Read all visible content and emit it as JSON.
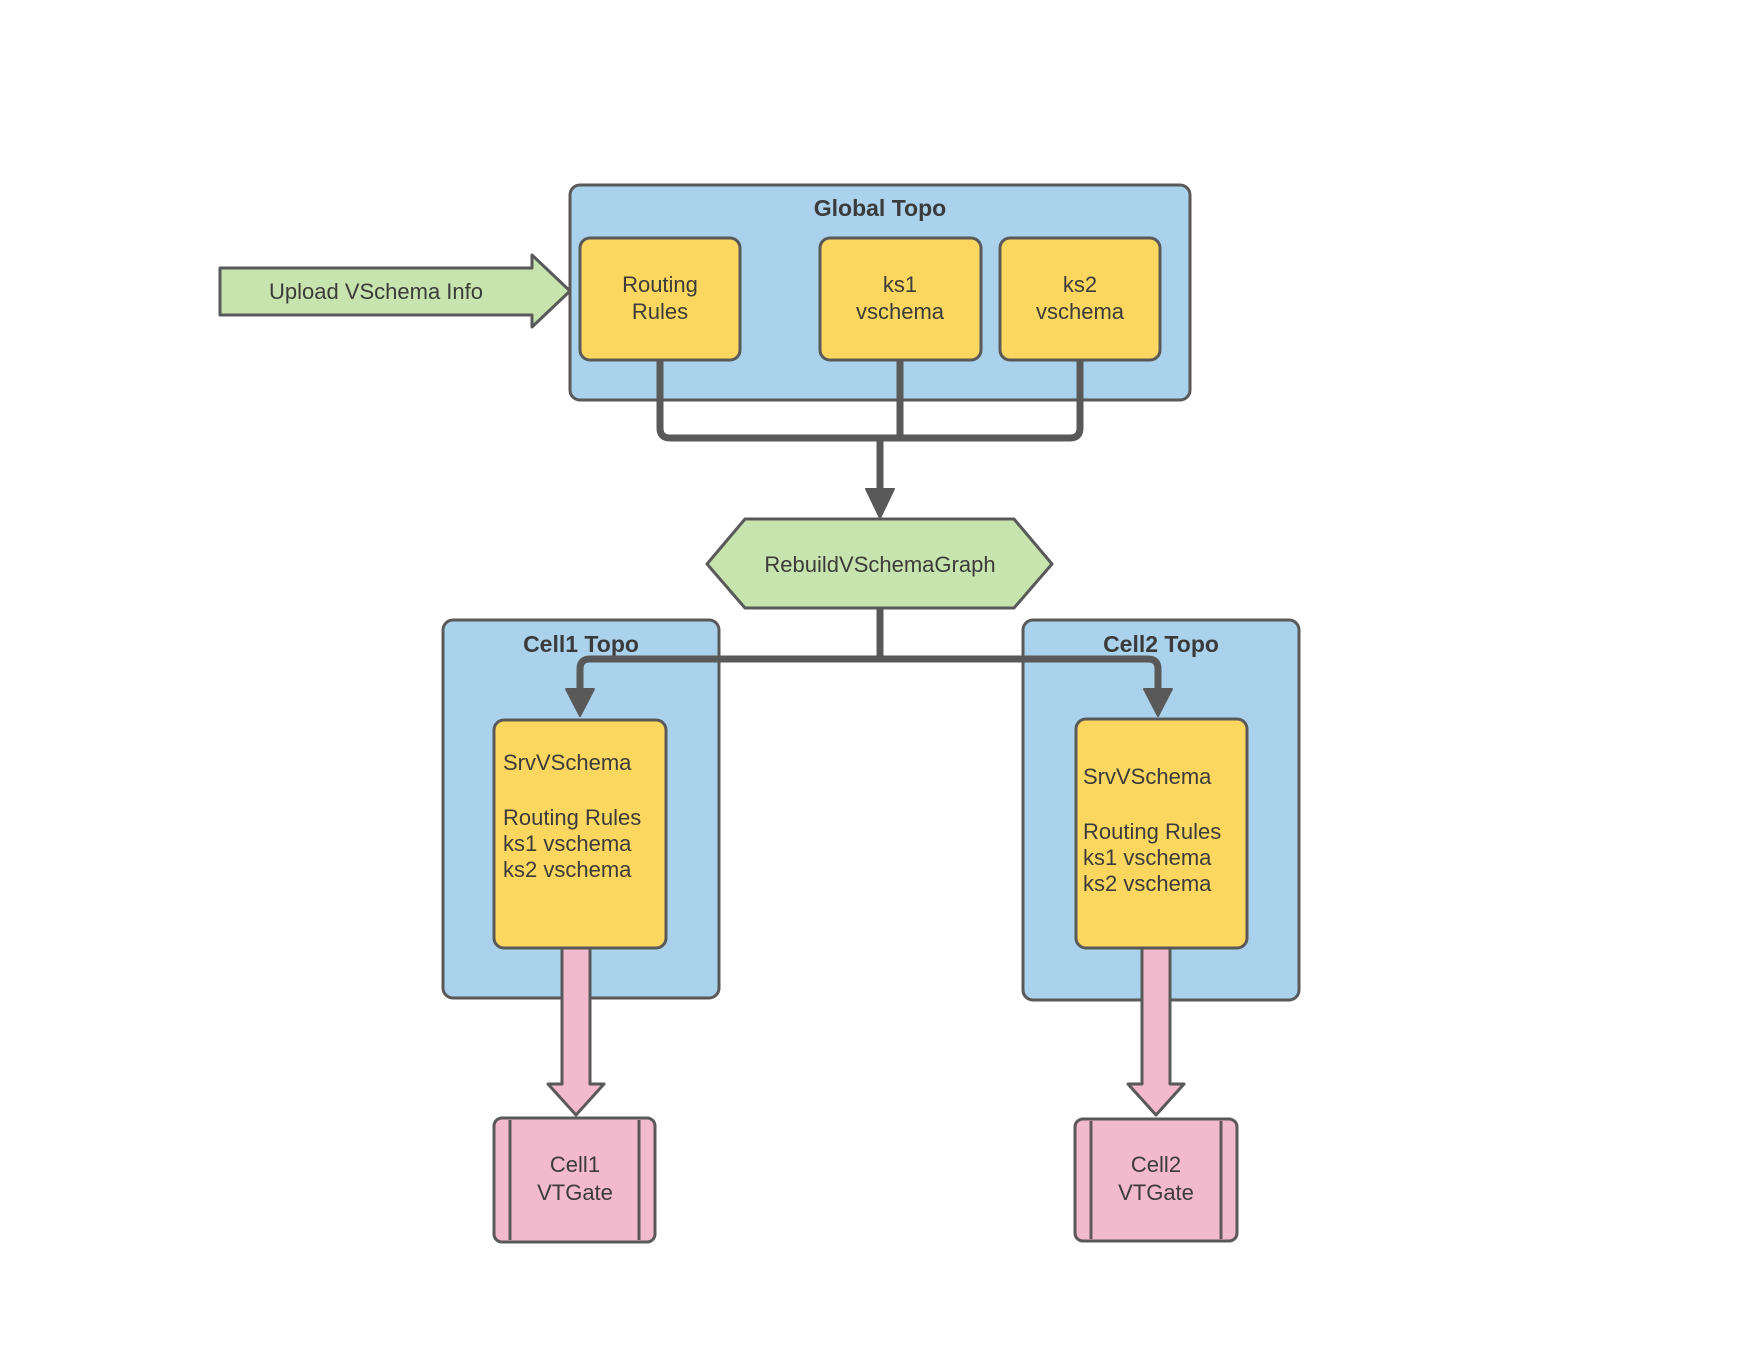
{
  "colors": {
    "background": "#ffffff",
    "container_blue": "#abd2ec",
    "node_yellow": "#fcd75f",
    "accent_green": "#c8e4ae",
    "vtgate_pink": "#f3b9cd",
    "line_gray": "#595959",
    "text_dark": "#3b3b3b"
  },
  "upload_arrow": {
    "label": "Upload VSchema Info"
  },
  "global_topo": {
    "title": "Global Topo",
    "nodes": [
      {
        "lines": [
          "Routing",
          "Rules"
        ]
      },
      {
        "lines": [
          "ks1",
          "vschema"
        ]
      },
      {
        "lines": [
          "ks2",
          "vschema"
        ]
      }
    ]
  },
  "rebuild": {
    "label": "RebuildVSchemaGraph"
  },
  "cells": [
    {
      "title": "Cell1 Topo",
      "srv_lines": [
        "SrvVSchema",
        "Routing Rules",
        "ks1 vschema",
        "ks2 vschema"
      ],
      "vtgate_lines": [
        "Cell1",
        "VTGate"
      ]
    },
    {
      "title": "Cell2 Topo",
      "srv_lines": [
        "SrvVSchema",
        "Routing Rules",
        "ks1 vschema",
        "ks2 vschema"
      ],
      "vtgate_lines": [
        "Cell2",
        "VTGate"
      ]
    }
  ]
}
